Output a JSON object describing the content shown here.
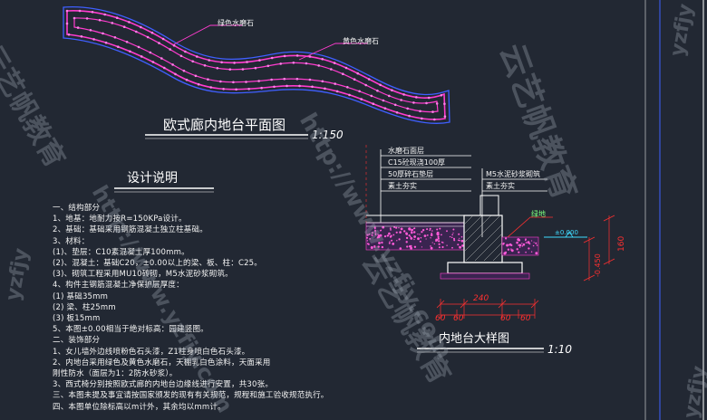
{
  "plan": {
    "title": "欧式廊内地台平面图",
    "scale": "1:150",
    "label_green_stone": "绿色水磨石",
    "label_yellow_stone": "黄色水磨石"
  },
  "design_notes": {
    "heading": "设计说明",
    "lines": [
      "一、结构部分",
      "1、地基：地耐力按R=150KPa设计。",
      "2、基础：基础采用钢筋混凝土独立柱基础。",
      "3、材料：",
      "(1)、垫层：C10素混凝土厚100mm。",
      "(2)、混凝土：基础C20，±0.00以上的梁、板、柱：C25。",
      "(3)、砌筑工程采用MU10砖砌，M5水泥砂浆砌筑。",
      "4、构件主钢筋混凝土净保护层厚度：",
      "(1) 基础35mm",
      "(2) 梁、柱25mm",
      "(3) 板15mm",
      "5、本图±0.00相当于绝对标高：园建竖图。",
      "二、装饰部分",
      "1、女儿墙外边线喷粉色石头漆，Z1柱身喷白色石头漆。",
      "2、内地台采用绿色及黄色水磨石，天棚乳白色涂料，天面采用",
      "刚性防水（面层为1：2防水砂浆）。",
      "3、西式椅分别按照欧式廊的内地台边缘线进行安置，共30张。",
      "三、本图未提及事宜请按国家颁发的现有有关规范，规程和施工验收规范执行。",
      "四、本图单位除标高以m计外，其余均以mm计。"
    ]
  },
  "detail": {
    "title": "内地台大样图",
    "scale": "1:10",
    "layers": [
      "水磨石面层",
      "C15砼现浇100厚",
      "50厚碎石垫层",
      "素土夯实"
    ],
    "right_layers": [
      "M5水泥砂浆砌筑",
      "素土夯实"
    ],
    "label_green": "绿地",
    "elev_top": "±0.000",
    "elev_bottom": "-0.450",
    "dim_height": "160",
    "dim_240": "240",
    "dim_60_a": "60",
    "dim_60_b": "60",
    "dim_60_c": "60",
    "dim_60_d": "60"
  },
  "watermarks": {
    "url": "http://www.yzfjy.com",
    "brand": "云艺帆教育",
    "side": "yzfjy"
  },
  "colors": {
    "background": "#222833",
    "magenta": "#ff3ccf",
    "pink_dots": "#ff7fe8",
    "white": "#ffffff",
    "red_dimension": "#ff3030",
    "green_text": "#7dff7d",
    "cyan_line": "#3fdcff",
    "blue_rect": "#3f5fff",
    "watermark": "#9aa3ae"
  }
}
